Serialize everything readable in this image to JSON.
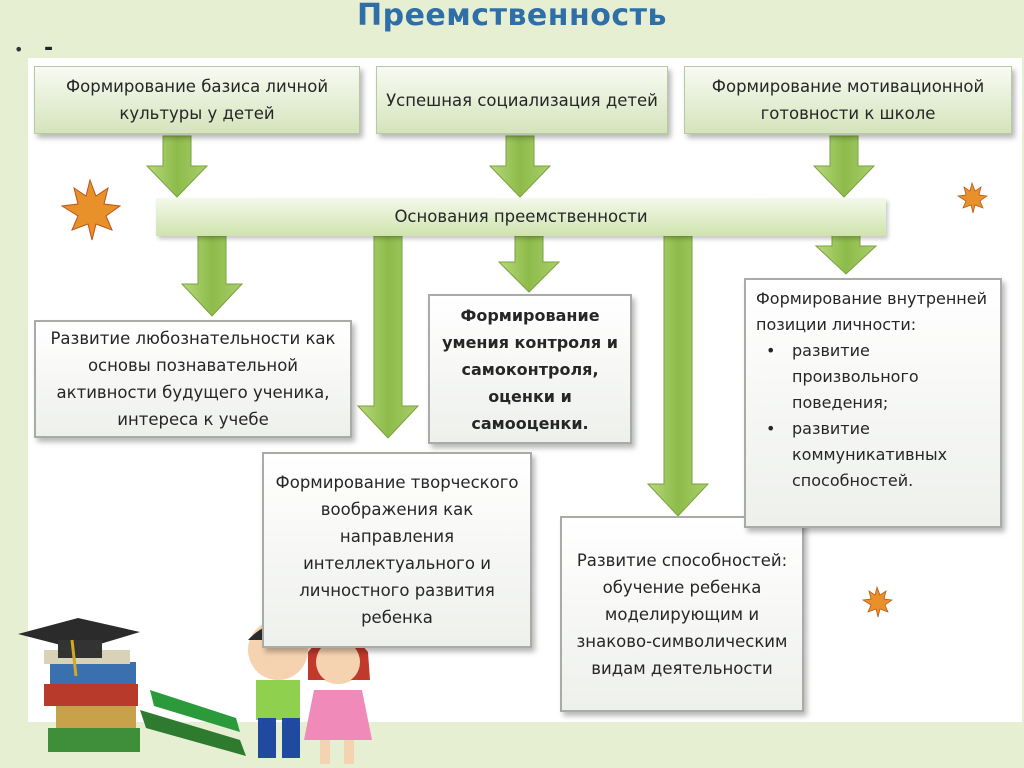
{
  "title": "Преемственность",
  "bullet_marker": "•",
  "dash": "-",
  "top_boxes": [
    "Формирование базиса личной культуры у детей",
    "Успешная социализация детей",
    "Формирование мотивационной готовности к школе"
  ],
  "center_bar": "Основания преемственности",
  "boxes": {
    "curiosity": "Развитие любознательности как основы познавательной активности будущего ученика, интереса к учебе",
    "control": "Формирование умения контроля и самоконтроля, оценки и самооценки.",
    "creative": "Формирование творческого воображения как направления интеллектуального и личностного развития ребенка",
    "abilities": "Развитие способностей: обучение ребенка моделирующим и знаково-символическим видам деятельности",
    "position_title": "Формирование внутренней позиции личности:",
    "position_items": [
      "развитие произвольного поведения;",
      "развитие коммуникативных способностей."
    ]
  },
  "colors": {
    "title": "#2f6fa8",
    "arrow_fill": "#9cc55a",
    "arrow_stroke": "#6e9a34",
    "background": "#e6efd2"
  },
  "decorations": [
    "maple-leaf-icon",
    "graduation-cap-icon",
    "book-stack-icon",
    "children-illustration"
  ]
}
